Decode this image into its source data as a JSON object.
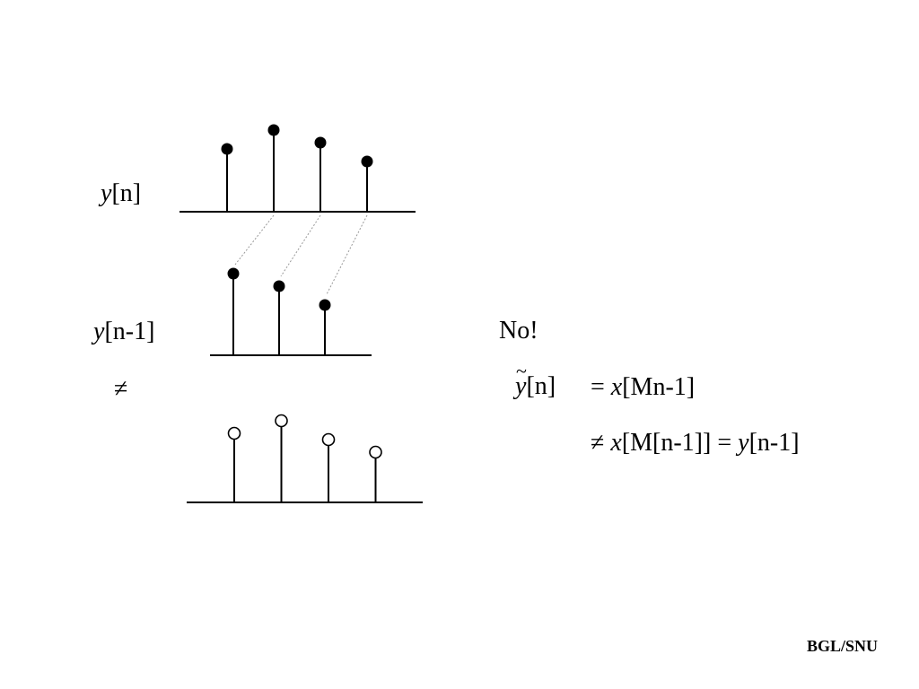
{
  "labels": {
    "y": "y",
    "bracket_n": "[n]",
    "bracket_n_minus_1": "[n-1]",
    "not_equal": "≠",
    "no": "No!",
    "y_tilde_base": "y",
    "tilde": "~",
    "eq1_prefix": "= ",
    "eq1_x": "x",
    "eq1_rest": "[Mn-1]",
    "eq2_prefix": "≠ ",
    "eq2_x": "x",
    "eq2_mid": "[M[n-1]] = ",
    "eq2_y": "y",
    "eq2_rest": "[n-1]"
  },
  "sequences": {
    "y_n": {
      "values": [
        1.0,
        1.3,
        1.1,
        0.8
      ],
      "marker": "filled"
    },
    "y_n_minus_1": {
      "values": [
        1.3,
        1.1,
        0.8
      ],
      "marker": "filled"
    },
    "y_tilde_n": {
      "values": [
        1.1,
        1.3,
        1.0,
        0.8
      ],
      "marker": "hollow"
    }
  },
  "footer": "BGL/SNU"
}
